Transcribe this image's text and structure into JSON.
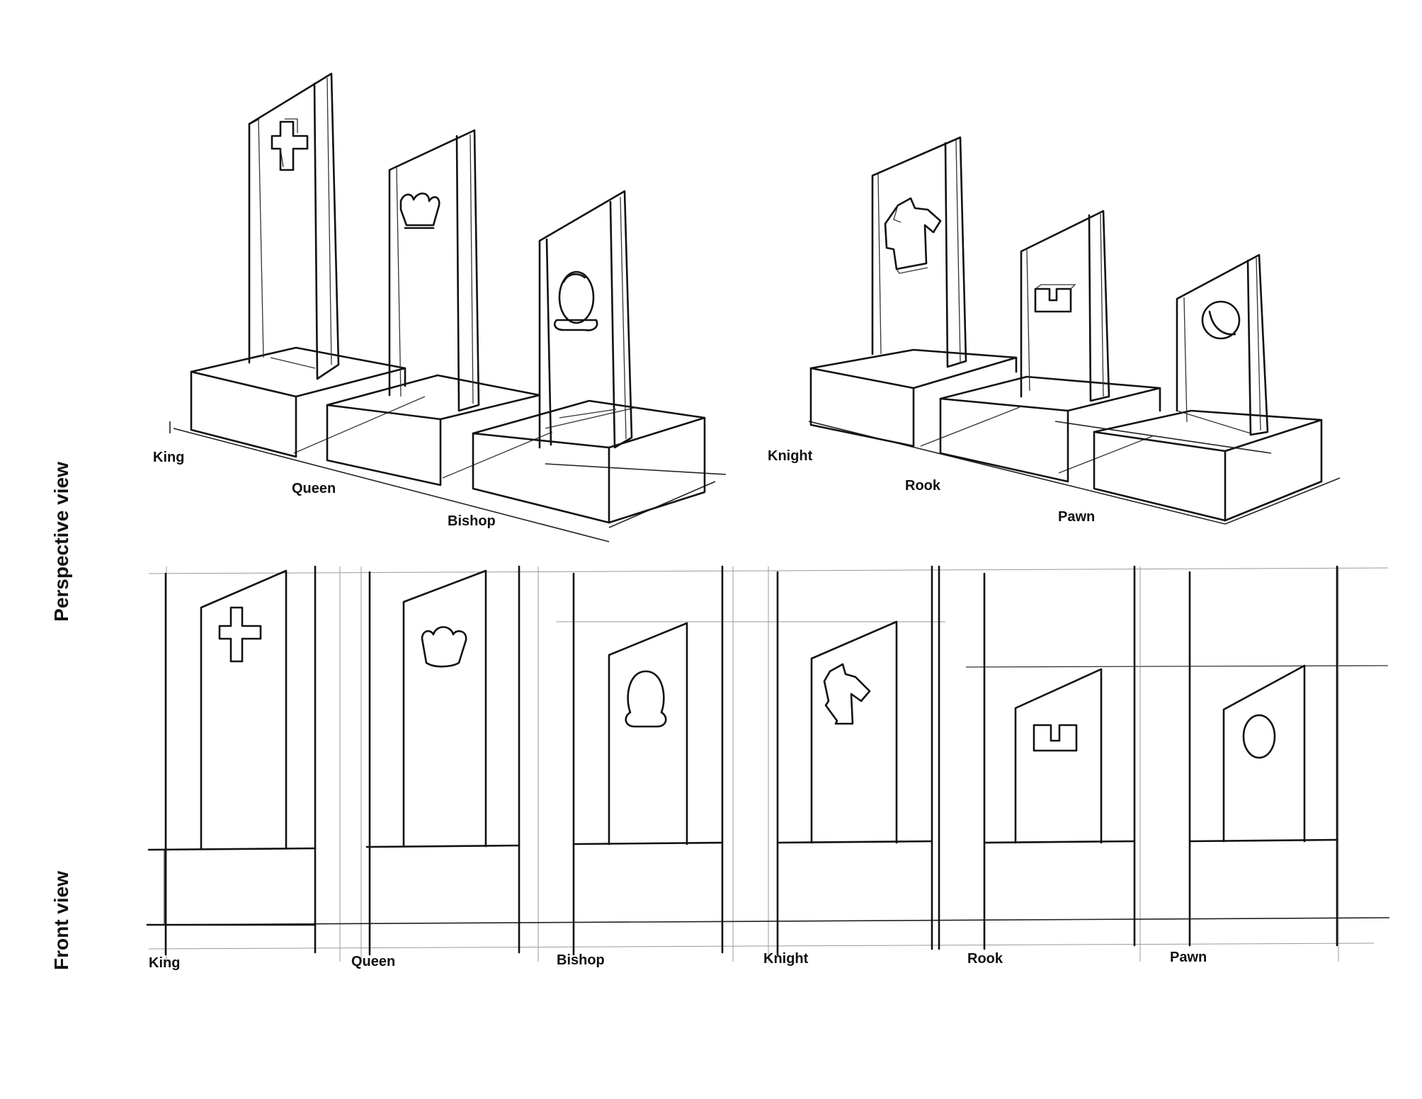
{
  "side_labels": {
    "perspective": "Perspective view",
    "front": "Front view"
  },
  "perspective": {
    "pieces": [
      "King",
      "Queen",
      "Bishop",
      "Knight",
      "Rook",
      "Pawn"
    ]
  },
  "front": {
    "pieces": [
      "King",
      "Queen",
      "Bishop",
      "Knight",
      "Rook",
      "Pawn"
    ]
  },
  "icons": [
    "cross-icon",
    "crown-icon",
    "mitre-icon",
    "horse-icon",
    "tower-icon",
    "circle-icon"
  ]
}
